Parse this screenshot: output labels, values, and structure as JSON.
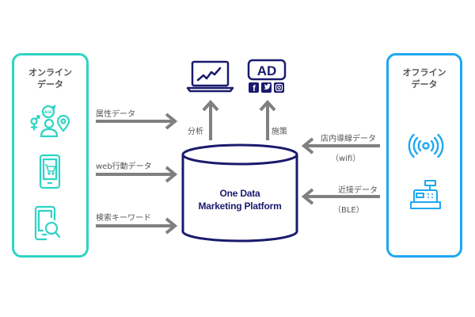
{
  "colors": {
    "online_accent": "#2ed4c4",
    "offline_accent": "#1ea8f0",
    "navy": "#1a1a6e",
    "arrow": "#808080",
    "text": "#555555"
  },
  "online_panel": {
    "title_line1": "オンライン",
    "title_line2": "データ",
    "icons": [
      "age-gender-location-icon",
      "smartphone-cart-icon",
      "smartphone-search-icon"
    ]
  },
  "offline_panel": {
    "title_line1": "オフライン",
    "title_line2": "データ",
    "icons": [
      "wireless-signal-icon",
      "cash-register-icon"
    ]
  },
  "inputs_left": [
    {
      "label": "属性データ"
    },
    {
      "label": "web行動データ"
    },
    {
      "label": "検索キーワード"
    }
  ],
  "inputs_right": [
    {
      "label": "店内導線データ",
      "sublabel": "（wifi）"
    },
    {
      "label": "近接データ",
      "sublabel": "（BLE）"
    }
  ],
  "platform": {
    "line1": "One Data",
    "line2": "Marketing Platform"
  },
  "outputs": [
    {
      "label": "分析",
      "icon": "laptop-chart-icon"
    },
    {
      "label": "施策",
      "icon": "ad-social-icon",
      "badge": "AD"
    }
  ]
}
